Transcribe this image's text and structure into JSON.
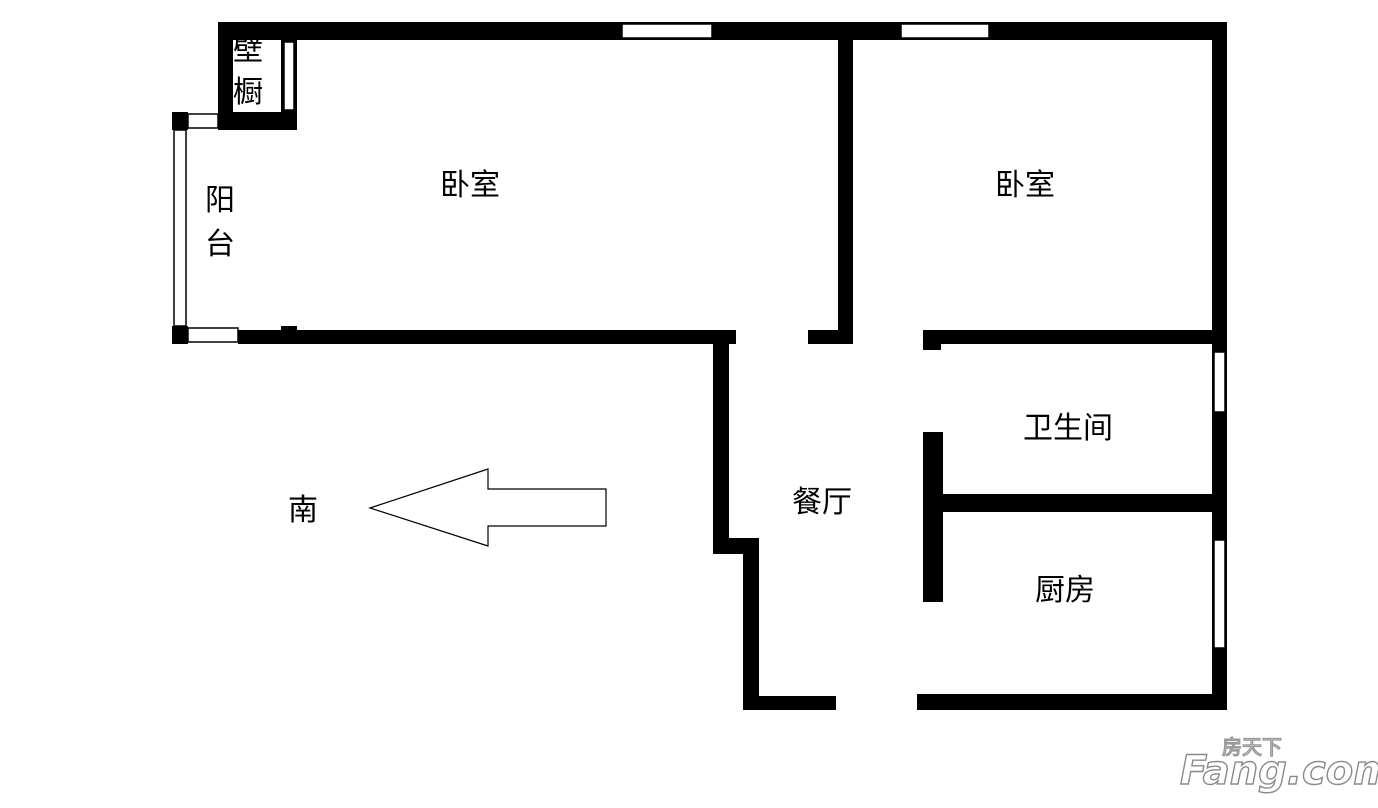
{
  "rooms": {
    "closet_line1": "壁",
    "closet_line2": "橱",
    "balcony_line1": "阳",
    "balcony_line2": "台",
    "bedroom_left": "卧室",
    "bedroom_right": "卧室",
    "dining": "餐厅",
    "bathroom": "卫生间",
    "kitchen": "厨房"
  },
  "compass": {
    "direction_label": "南"
  },
  "watermark": {
    "chinese": "房天下",
    "brand": "Fang.com"
  },
  "colors": {
    "wall": "#000000",
    "window": "#ffffff",
    "background": "#ffffff"
  }
}
